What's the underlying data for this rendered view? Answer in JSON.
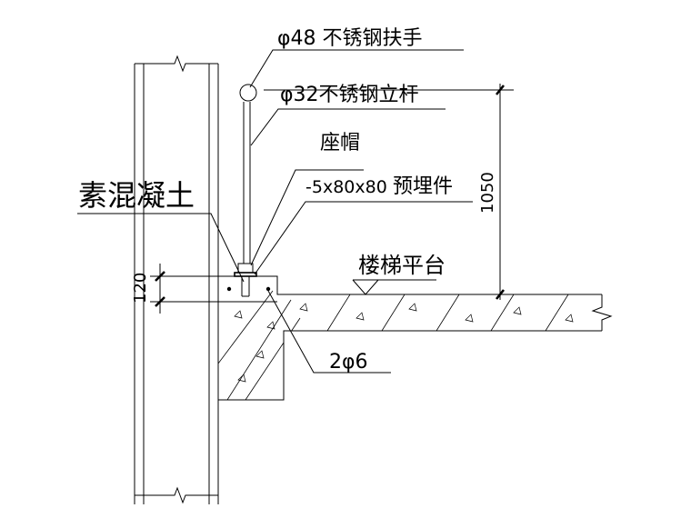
{
  "labels": {
    "handrail": "φ48  不锈钢扶手",
    "post": "φ32不锈钢立杆",
    "cap": "座帽",
    "embed_size": "-5x80x80",
    "embed_name": "预埋件",
    "concrete": "素混凝土",
    "landing": "楼梯平台",
    "rebar": "2φ6",
    "dim_height": "1050",
    "dim_curb": "120"
  }
}
